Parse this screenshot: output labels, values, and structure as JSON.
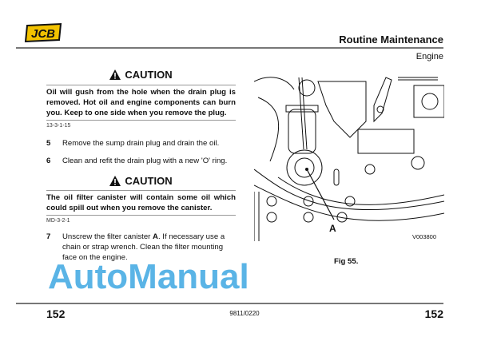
{
  "header": {
    "logo": "JCB",
    "title": "Routine Maintenance",
    "subtitle": "Engine"
  },
  "caution1": {
    "heading": "CAUTION",
    "text": "Oil will gush from the hole when the drain plug is removed. Hot oil and engine components can burn you. Keep to one side when you remove the plug.",
    "ref": "13-3-1-15"
  },
  "steps1": [
    {
      "num": "5",
      "text": "Remove the sump drain plug and drain the oil."
    },
    {
      "num": "6",
      "text": "Clean and refit the drain plug with a new 'O' ring."
    }
  ],
  "caution2": {
    "heading": "CAUTION",
    "text": "The oil filter canister will contain some oil which could spill out when you remove the canister.",
    "ref": "MD-3-2-1"
  },
  "step7": {
    "num": "7",
    "pre": "Unscrew the filter canister ",
    "bold": "A",
    "post": ". If necessary use a chain or strap wrench. Clean the filter mounting face on the engine."
  },
  "figure": {
    "label_a": "A",
    "code": "V003800",
    "caption": "Fig 55."
  },
  "footer": {
    "page_left": "152",
    "doc_number": "9811/0220",
    "page_right": "152"
  },
  "watermark": "AutoManual"
}
